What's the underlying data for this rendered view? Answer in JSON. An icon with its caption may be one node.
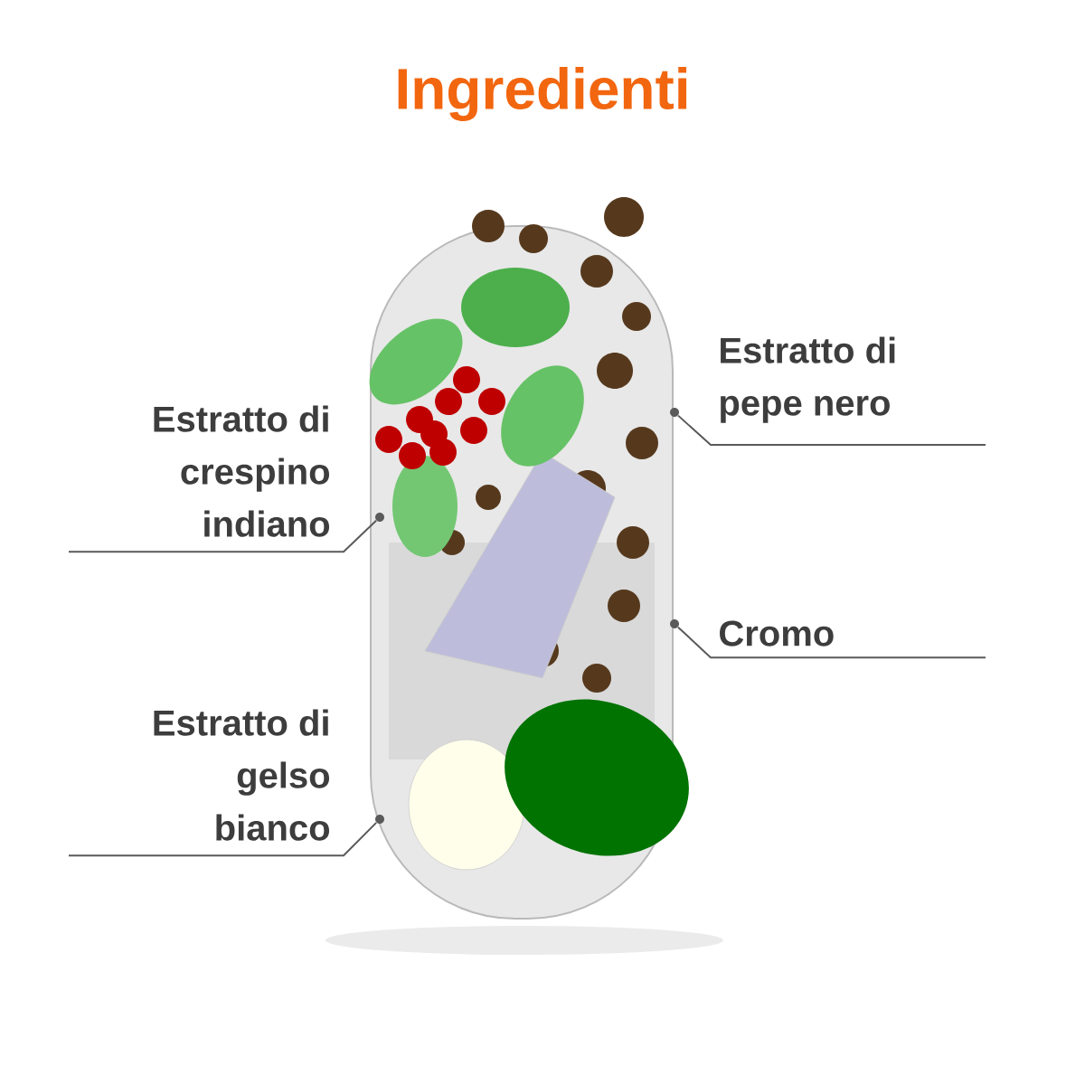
{
  "diagram": {
    "title": "Ingredienti",
    "nodes": [
      {
        "text": [
          "Estratto di crespino indiano"
        ]
      },
      {
        "text": [
          "Estratto di gelso bianco"
        ]
      },
      {
        "text": [
          "Estratto di pepe nero"
        ]
      },
      {
        "text": [
          "Cromo"
        ]
      },
      {
        "text": [],
        "shape": "circle"
      },
      {
        "text": [],
        "shape": "circle"
      },
      {
        "text": [],
        "shape": "circle"
      },
      {
        "text": [],
        "shape": "circle"
      }
    ],
    "edges": [
      {
        "from": 0,
        "to": 4,
        "arrow": "none"
      },
      {
        "from": 1,
        "to": 5,
        "arrow": "none"
      },
      {
        "from": 2,
        "to": 6,
        "arrow": "none"
      },
      {
        "from": 3,
        "to": 7,
        "arrow": "none"
      }
    ]
  }
}
